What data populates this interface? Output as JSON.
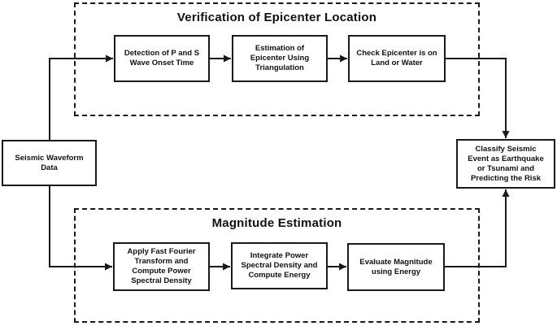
{
  "flowchart": {
    "groups": {
      "verification": {
        "title": "Verification of Epicenter Location"
      },
      "magnitude": {
        "title": "Magnitude Estimation"
      }
    },
    "nodes": {
      "seismic": {
        "label": "Seismic Waveform\nData"
      },
      "detection": {
        "label": "Detection of P and S\nWave Onset Time"
      },
      "estimation": {
        "label": "Estimation of\nEpicenter Using\nTriangulation"
      },
      "check": {
        "label": "Check Epicenter is on\nLand or Water"
      },
      "classify": {
        "label": "Classify Seismic\nEvent as Earthquake\nor Tsunami and\nPredicting the Risk"
      },
      "fft": {
        "label": "Apply Fast Fourier\nTransform and\nCompute Power\nSpectral Density"
      },
      "integrate": {
        "label": "Integrate Power\nSpectral Density and\nCompute Energy"
      },
      "evaluate": {
        "label": "Evaluate Magnitude\nusing Energy"
      }
    },
    "colors": {
      "line": "#1a1a1a",
      "background": "#ffffff",
      "text": "#111111"
    }
  }
}
